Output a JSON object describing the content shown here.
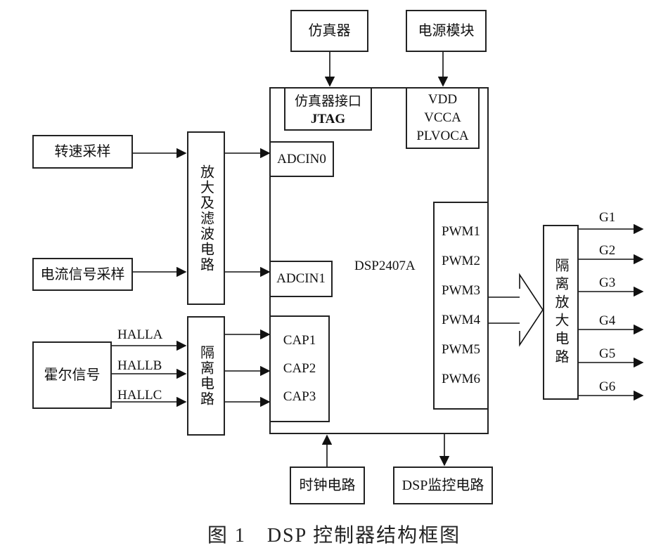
{
  "top": {
    "emulator": "仿真器",
    "power_module": "电源模块"
  },
  "dsp": {
    "chip_name": "DSP2407A",
    "jtag": {
      "line1": "仿真器接口",
      "line2": "JTAG"
    },
    "power_pins": [
      "VDD",
      "VCCA",
      "PLVOCA"
    ],
    "adc": [
      "ADCIN0",
      "ADCIN1"
    ],
    "cap": [
      "CAP1",
      "CAP2",
      "CAP3"
    ],
    "pwm": [
      "PWM1",
      "PWM2",
      "PWM3",
      "PWM4",
      "PWM5",
      "PWM6"
    ]
  },
  "left": {
    "speed_sampling": "转速采样",
    "current_sampling": "电流信号采样",
    "hall_signal": "霍尔信号",
    "amp_filter": "放大及滤波电路",
    "hall_isolation": "隔离电路",
    "hall_lines": [
      "HALLA",
      "HALLB",
      "HALLC"
    ]
  },
  "right": {
    "iso_amp": "隔离放大电路",
    "gates": [
      "G1",
      "G2",
      "G3",
      "G4",
      "G5",
      "G6"
    ]
  },
  "bottom": {
    "clock": "时钟电路",
    "monitor": "DSP监控电路"
  },
  "caption": "图 1　DSP 控制器结构框图"
}
